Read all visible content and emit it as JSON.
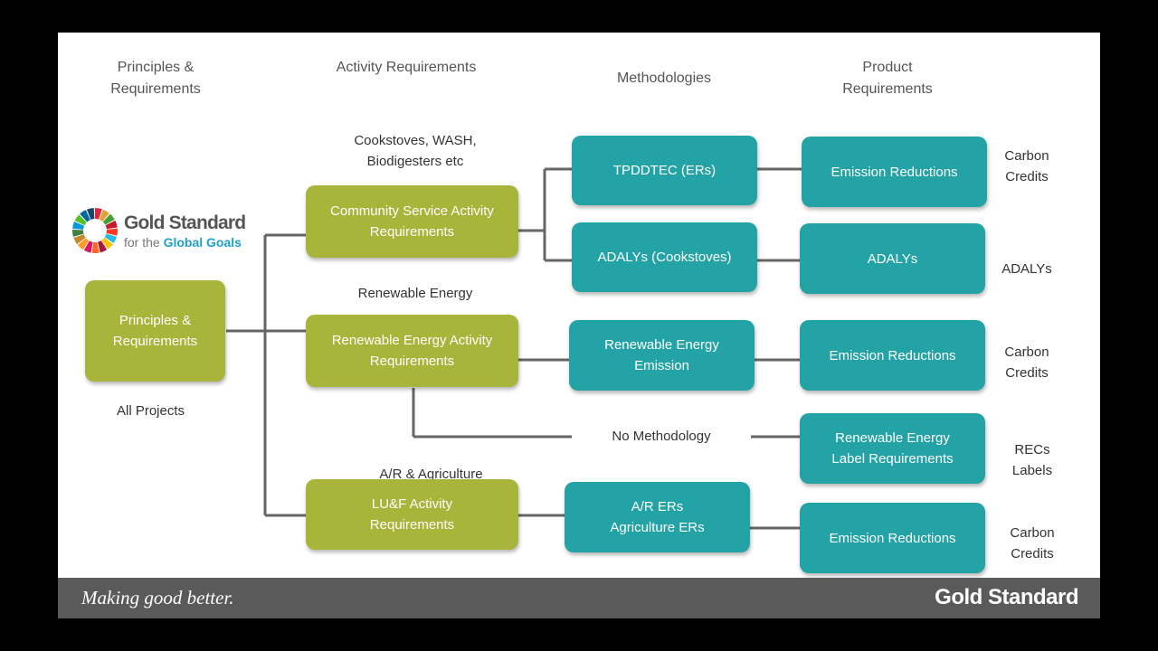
{
  "headers": {
    "principles": "Principles &\nRequirements",
    "activity": "Activity Requirements",
    "methodologies": "Methodologies",
    "product": "Product\nRequirements"
  },
  "logo": {
    "line1": "Gold Standard",
    "line2a": "for the ",
    "line2b": "Global Goals",
    "wheel_colors": [
      "#e5243b",
      "#dda63a",
      "#4c9f38",
      "#c5192d",
      "#ff3a21",
      "#26bde2",
      "#fcc30b",
      "#a21942",
      "#fd6925",
      "#dd1367",
      "#fd9d24",
      "#bf8b2e",
      "#3f7e44",
      "#0a97d9",
      "#56c02b",
      "#00689d",
      "#19486a"
    ]
  },
  "left": {
    "box": "Principles &\nRequirements",
    "note": "All Projects"
  },
  "activity": {
    "community": {
      "note": "Cookstoves, WASH,\nBiodigesters etc",
      "box": "Community Service Activity\nRequirements"
    },
    "renewable": {
      "note": "Renewable Energy",
      "box": "Renewable Energy Activity\nRequirements"
    },
    "luf": {
      "note": "A/R & Agriculture",
      "box": "LU&F Activity\nRequirements"
    }
  },
  "methods": {
    "tpddtec": "TPDDTEC (ERs)",
    "adalys": "ADALYs (Cookstoves)",
    "re_emission": "Renewable Energy\nEmission",
    "no_method": "No Methodology",
    "ar": "A/R ERs\nAgriculture ERs"
  },
  "products": {
    "p1": "Emission Reductions",
    "p2": "ADALYs",
    "p3": "Emission Reductions",
    "p4": "Renewable Energy\nLabel Requirements",
    "p5": "Emission Reductions"
  },
  "outputs": {
    "o1": "Carbon\nCredits",
    "o2": "ADALYs",
    "o3": "Carbon\nCredits",
    "o4": "RECs\nLabels",
    "o5": "Carbon\nCredits"
  },
  "footer": {
    "tagline": "Making good better.",
    "brand": "Gold Standard"
  },
  "colors": {
    "olive": "#a8b43a",
    "teal": "#23a3a5",
    "footer": "#5a5a5a",
    "line": "#666666"
  }
}
